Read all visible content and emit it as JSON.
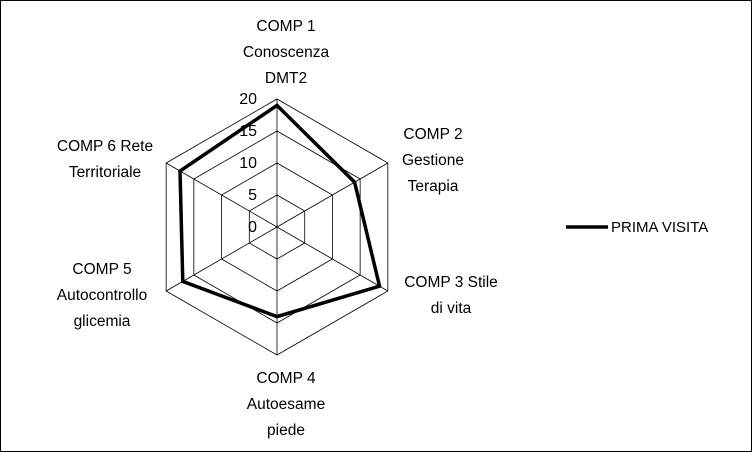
{
  "chart_data": {
    "type": "radar",
    "title": "",
    "categories": [
      [
        "COMP 1",
        "Conoscenza",
        "DMT2"
      ],
      [
        "COMP 2",
        "Gestione",
        "Terapia"
      ],
      [
        "COMP 3 Stile",
        "di vita"
      ],
      [
        "COMP 4",
        "Autoesame",
        "piede"
      ],
      [
        "COMP 5",
        "Autocontrollo",
        "glicemia"
      ],
      [
        "COMP 6 Rete",
        "Territoriale"
      ]
    ],
    "ticks": [
      "0",
      "5",
      "10",
      "15",
      "20"
    ],
    "rlim": [
      0,
      20
    ],
    "grid": true,
    "legend_position": "right",
    "series": [
      {
        "name": "PRIMA VISITA",
        "color": "#000000",
        "values": [
          19,
          14,
          18.5,
          14,
          17,
          17.5
        ]
      }
    ]
  }
}
